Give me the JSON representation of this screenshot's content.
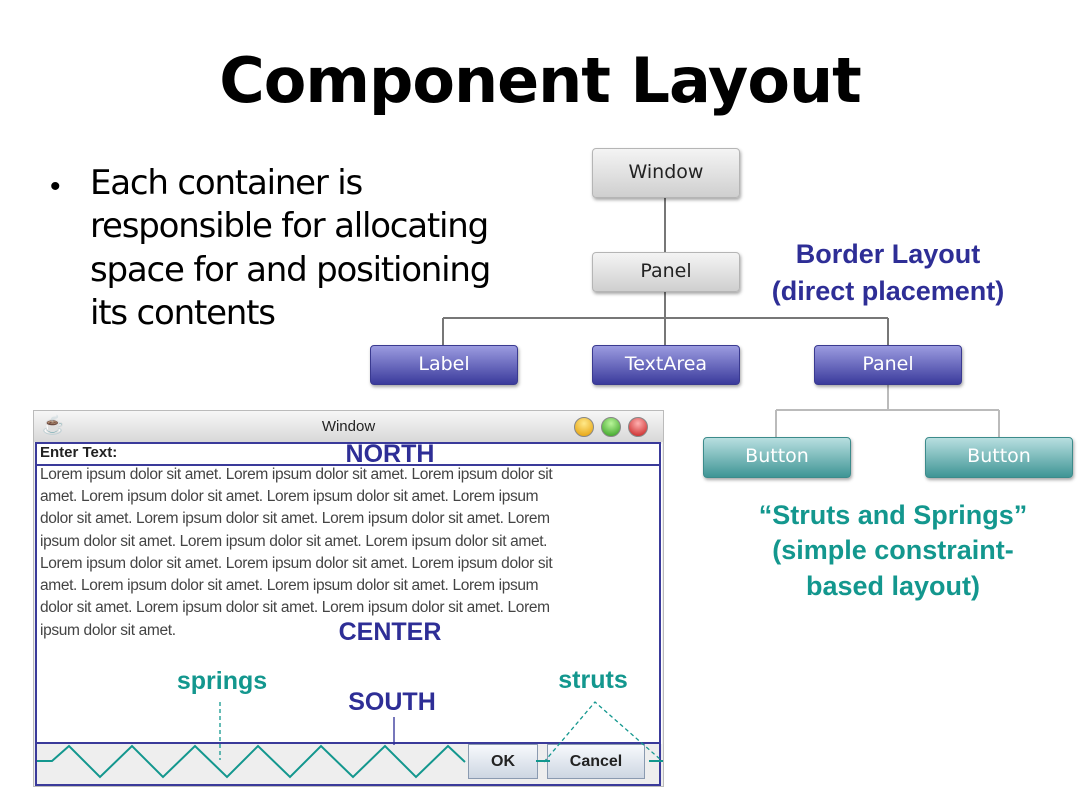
{
  "title": "Component Layout",
  "bullet": {
    "lines": [
      "Each container is",
      "responsible for allocating",
      "space for and positioning",
      "its contents"
    ]
  },
  "tree": {
    "root": "Window",
    "panel": "Panel",
    "children": [
      "Label",
      "TextArea",
      "Panel"
    ],
    "grandchildren": [
      "Button",
      "Button"
    ]
  },
  "notes": {
    "border_layout": [
      "Border Layout",
      "(direct placement)"
    ],
    "struts_springs": [
      "“Struts and Springs”",
      "(simple constraint-",
      "based layout)"
    ]
  },
  "window": {
    "title": "Window",
    "label": "Enter Text:",
    "text_lines": [
      "Lorem ipsum dolor sit amet. Lorem ipsum dolor sit amet. Lorem ipsum dolor sit",
      "amet. Lorem ipsum dolor sit amet. Lorem ipsum dolor sit amet. Lorem ipsum",
      "dolor sit amet. Lorem ipsum dolor sit amet. Lorem ipsum dolor sit amet. Lorem",
      "ipsum dolor sit amet. Lorem ipsum dolor sit amet. Lorem ipsum dolor sit amet.",
      "Lorem ipsum dolor sit amet. Lorem ipsum dolor sit amet. Lorem ipsum dolor sit",
      "amet. Lorem ipsum dolor sit amet. Lorem ipsum dolor sit amet. Lorem ipsum",
      "dolor sit amet. Lorem ipsum dolor sit amet. Lorem ipsum dolor sit amet. Lorem",
      "ipsum dolor sit amet."
    ],
    "ok": "OK",
    "cancel": "Cancel"
  },
  "annotations": {
    "north": "NORTH",
    "center": "CENTER",
    "south": "SOUTH",
    "springs": "springs",
    "struts": "struts"
  },
  "colors": {
    "blue": "#2e2e96",
    "teal": "#13978e"
  }
}
